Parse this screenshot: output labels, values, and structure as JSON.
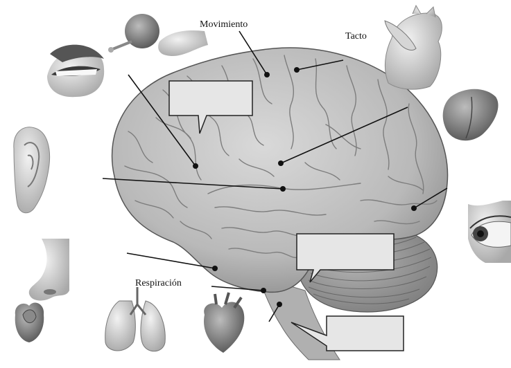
{
  "diagram": {
    "labels": {
      "movimiento": "Movimiento",
      "tacto": "Tacto",
      "respiracion": "Respiración"
    },
    "callouts": [
      {
        "name": "callout-box-top",
        "text": ""
      },
      {
        "name": "callout-box-right",
        "text": ""
      },
      {
        "name": "callout-box-bottom",
        "text": ""
      }
    ],
    "icons": [
      "mouth-icon",
      "ear-icon",
      "nose-icon",
      "rose-icon",
      "lungs-icon",
      "heart-icon",
      "hand-with-tool-icon",
      "hand-petting-cat-icon",
      "tongue-icon",
      "eye-icon",
      "brain-icon"
    ],
    "colors": {
      "line": "#111111",
      "box_fill": "#e6e6e6",
      "box_stroke": "#222222",
      "brain": "#bdbdbd"
    }
  }
}
